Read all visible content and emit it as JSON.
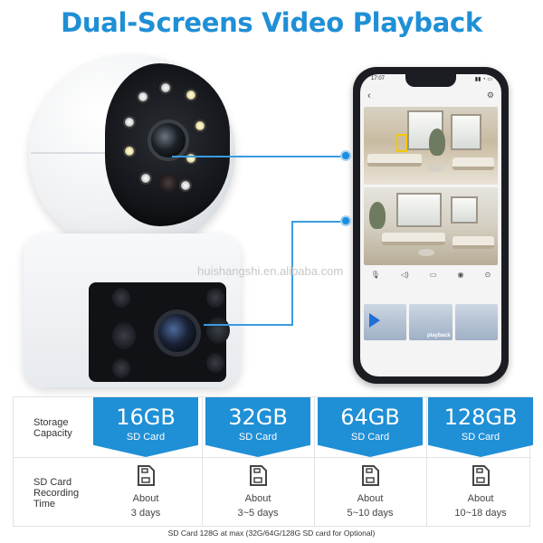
{
  "title": "Dual-Screens Video Playback",
  "watermark": "huishangshi.en.alibaba.com",
  "phone": {
    "status_time": "17:07",
    "status_icons": "▮▮ ◔ ▭",
    "camera_name": "",
    "controls": [
      "microphone-icon",
      "speaker-icon",
      "record-icon",
      "snapshot-icon",
      "settings-icon"
    ],
    "thumbnail_labels": [
      "",
      "playback",
      ""
    ]
  },
  "table": {
    "row_labels": {
      "capacity": "Storage Capacity",
      "recording": "SD Card Recording Time"
    },
    "columns": [
      {
        "size": "16GB",
        "card": "SD Card",
        "days_line1": "About",
        "days_line2": "3 days"
      },
      {
        "size": "32GB",
        "card": "SD Card",
        "days_line1": "About",
        "days_line2": "3~5 days"
      },
      {
        "size": "64GB",
        "card": "SD Card",
        "days_line1": "About",
        "days_line2": "5~10 days"
      },
      {
        "size": "128GB",
        "card": "SD Card",
        "days_line1": "About",
        "days_line2": "10~18 days"
      }
    ],
    "footnote": "SD Card 128G at max    (32G/64G/128G SD card for Optional)"
  },
  "colors": {
    "accent": "#1f8fd6",
    "connector": "#3a9be0"
  }
}
